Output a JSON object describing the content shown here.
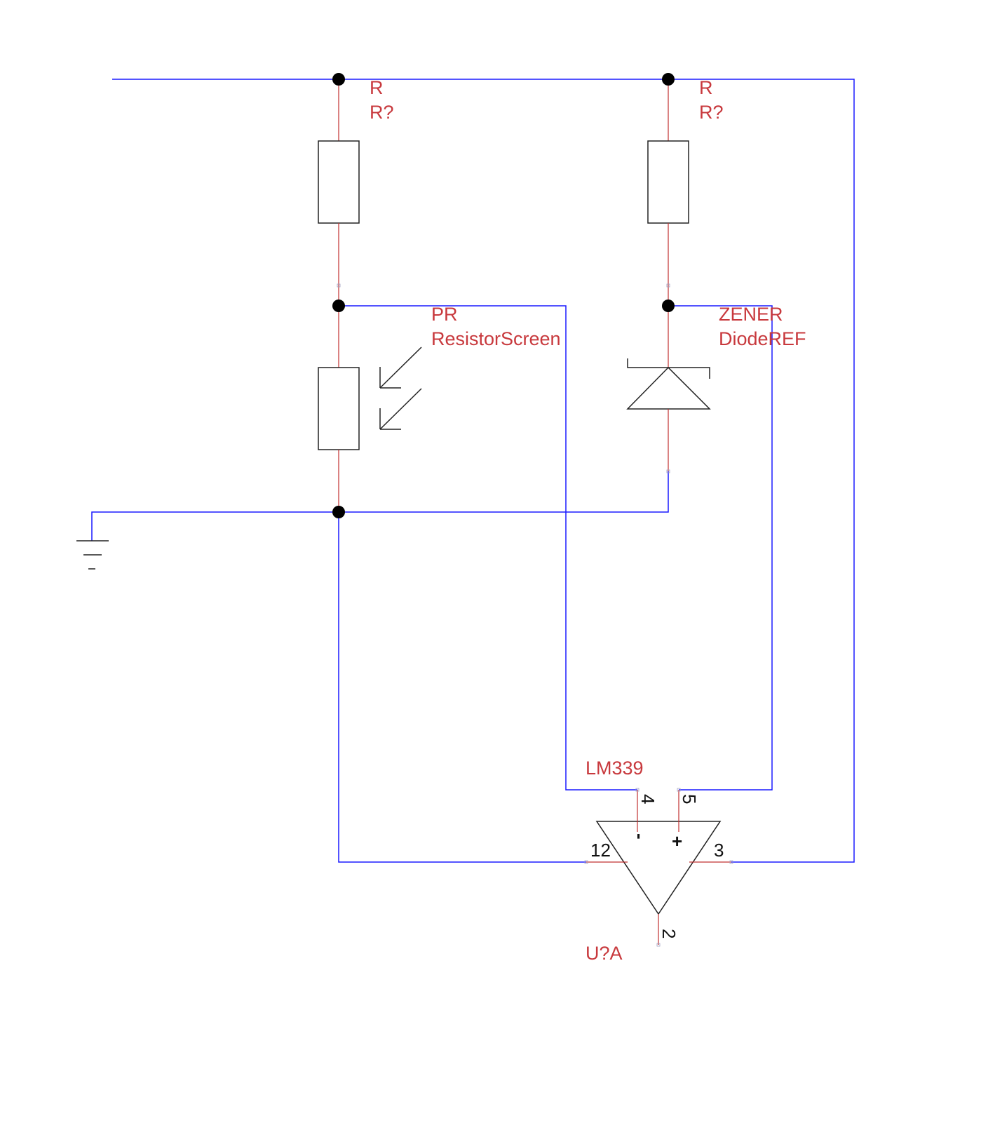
{
  "colors": {
    "wire": "#1a1aff",
    "lead": "#c03030",
    "label": "#c8393d",
    "body": "#222222",
    "junction": "#000000"
  },
  "components": {
    "r1": {
      "value": "R",
      "ref": "R?"
    },
    "r2": {
      "value": "R",
      "ref": "R?"
    },
    "photoresistor": {
      "value": "PR",
      "ref": "ResistorScreen"
    },
    "zener": {
      "value": "ZENER",
      "ref": "DiodeREF"
    },
    "comparator": {
      "value": "LM339",
      "ref": "U?A",
      "pins": {
        "inverting": "4",
        "noninverting": "5",
        "left": "12",
        "right": "3",
        "output": "2"
      },
      "signs": {
        "minus": "-",
        "plus": "+"
      }
    }
  },
  "icons": [
    "ground-icon",
    "light-arrows-icon",
    "zener-diode-icon",
    "comparator-icon",
    "resistor-icon"
  ]
}
